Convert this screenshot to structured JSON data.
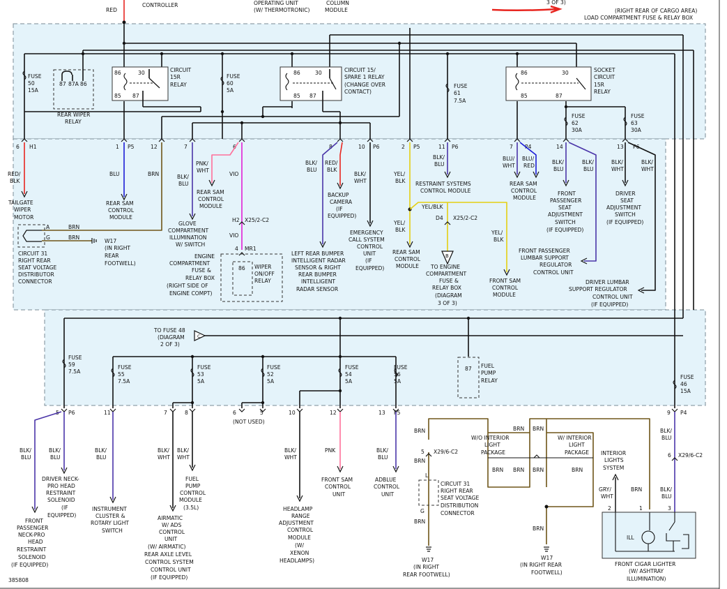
{
  "header": {
    "top_left_wire": "RED",
    "top_controller": "CONTROLLER",
    "top_operating_unit": "OPERATING UNIT",
    "top_operating_unit_sub": "(W/ THERMOTRONIC)",
    "top_column": "COLUMN",
    "top_module": "MODULE",
    "top_diagram_ref": "3 OF 3)",
    "location_1": "(RIGHT REAR OF CARGO AREA)",
    "location_2": "LOAD COMPARTMENT FUSE & RELAY BOX",
    "arrow_color": "#e8251f"
  },
  "relays": {
    "rear_wiper": {
      "label": "REAR WIPER",
      "label2": "RELAY",
      "pins": [
        "87",
        "87A",
        "86"
      ]
    },
    "circuit_15r": {
      "label": "CIRCUIT",
      "label2": "15R",
      "label3": "RELAY",
      "pins": [
        "86",
        "30",
        "85",
        "87"
      ]
    },
    "circuit_15_spare": {
      "label": "CIRCUIT 15/",
      "label2": "SPARE 1 RELAY",
      "label3": "(CHANGE OVER",
      "label4": "CONTACT)",
      "pins": [
        "86",
        "30",
        "85",
        "87"
      ]
    },
    "socket_circuit": {
      "label": "SOCKET",
      "label2": "CIRCUIT",
      "label3": "15R",
      "label4": "RELAY",
      "pins": [
        "86",
        "30",
        "85",
        "87"
      ]
    },
    "fuel_pump": {
      "label": "FUEL",
      "label2": "PUMP",
      "label3": "RELAY",
      "pin": "87"
    },
    "wiper_onoff": {
      "label": "WIPER",
      "label2": "ON/OFF",
      "label3": "RELAY",
      "pin": "86"
    }
  },
  "fuses_top": [
    {
      "word": "FUSE",
      "num": "50",
      "amp": "15A"
    },
    {
      "word": "FUSE",
      "num": "60",
      "amp": "5A"
    },
    {
      "word": "FUSE",
      "num": "61",
      "amp": "7.5A"
    },
    {
      "word": "FUSE",
      "num": "62",
      "amp": "30A"
    },
    {
      "word": "FUSE",
      "num": "63",
      "amp": "30A"
    }
  ],
  "fuses_bottom": [
    {
      "word": "FUSE",
      "num": "59",
      "amp": "7.5A"
    },
    {
      "word": "FUSE",
      "num": "55",
      "amp": "7.5A"
    },
    {
      "word": "FUSE",
      "num": "53",
      "amp": "5A"
    },
    {
      "word": "FUSE",
      "num": "52",
      "amp": "5A"
    },
    {
      "word": "FUSE",
      "num": "54",
      "amp": "5A"
    },
    {
      "word": "FUSE",
      "num": "56",
      "amp": "5A"
    },
    {
      "word": "FUSE",
      "num": "46",
      "amp": "15A"
    }
  ],
  "pins_top": [
    "6",
    "H1",
    "1",
    "P5",
    "12",
    "7",
    "6",
    "8",
    "10",
    "P6",
    "2",
    "P5",
    "11",
    "P6",
    "7",
    "P4",
    "14",
    "13",
    "P6"
  ],
  "pins_bottom": [
    "5",
    "P6",
    "11",
    "7",
    "8",
    "6",
    "5",
    "(NOT USED)",
    "10",
    "12",
    "13",
    "P5",
    "9",
    "P4"
  ],
  "wires": {
    "red_blk": [
      "RED/",
      "BLK"
    ],
    "blu": "BLU",
    "brn": "BRN",
    "blk_blu": [
      "BLK/",
      "BLU"
    ],
    "pnk_wht": [
      "PNK/",
      "WHT"
    ],
    "vio": "VIO",
    "red_blk2": [
      "RED/",
      "BLK"
    ],
    "blk_wht": [
      "BLK/",
      "WHT"
    ],
    "yel_blk": [
      "YEL/",
      "BLK"
    ],
    "yel_blk_inline": "YEL/BLK",
    "blu_wht": [
      "BLU/",
      "WHT"
    ],
    "blu_red": [
      "BLU/",
      "RED"
    ],
    "pnk": "PNK",
    "gry_wht": [
      "GRY/",
      "WHT"
    ]
  },
  "connectors": {
    "x25_h2": "X25/2-C2",
    "h2": "H2",
    "mr1": "MR1",
    "mr1_pin": "4",
    "x25_d4": "X25/2-C2",
    "d4": "D4",
    "x29_top": "X29/6-C2",
    "x29_right": "X29/6-C2",
    "pin_a": "A",
    "pin_g": "G",
    "pin_l": "L",
    "pin_5": "5",
    "pin_6": "6",
    "pin_2": "2",
    "pin_1": "1",
    "pin_3": "3"
  },
  "components": {
    "tailgate_wiper": [
      "TAILGATE",
      "WIPER",
      "MOTOR"
    ],
    "rear_sam_1": [
      "REAR SAM",
      "CONTROL",
      "MODULE"
    ],
    "glove": [
      "GLOVE",
      "COMPARTMENT",
      "ILLUMINATION",
      "W/ SWITCH"
    ],
    "rear_sam_2": [
      "REAR SAM",
      "CONTROL",
      "MODULE"
    ],
    "engine_fuse_1": [
      "ENGINE",
      "COMPARTMENT",
      "FUSE &",
      "RELAY BOX",
      "(RIGHT SIDE OF",
      "ENGINE COMPT)"
    ],
    "backup_camera": [
      "BACKUP",
      "CAMERA",
      "(IF",
      "EQUIPPED)"
    ],
    "left_rear_bumper": [
      "LEFT REAR BUMPER",
      "INTELLIGENT RADAR",
      "SENSOR & RIGHT",
      "REAR BUMPER",
      "INTELLIGENT",
      "RADAR SENSOR"
    ],
    "emergency_call": [
      "EMERGENCY",
      "CALL SYSTEM",
      "CONTROL",
      "UNIT",
      "(IF",
      "EQUIPPED)"
    ],
    "restraint": [
      "RESTRAINT SYSTEMS",
      "CONTROL MODULE"
    ],
    "rear_sam_3": [
      "REAR SAM",
      "CONTROL",
      "MODULE"
    ],
    "engine_fuse_2": [
      "TO ENGINE",
      "COMPARTMENT",
      "FUSE &",
      "RELAY BOX",
      "(DIAGRAM",
      "3 OF 3)"
    ],
    "front_sam_1": [
      "FRONT SAM",
      "CONTROL",
      "MODULE"
    ],
    "rear_sam_4": [
      "REAR SAM",
      "CONTROL",
      "MODULE"
    ],
    "front_pass_seat": [
      "FRONT",
      "PASSENGER",
      "SEAT",
      "ADJUSTMENT",
      "SWITCH",
      "(IF EQUIPPED)"
    ],
    "driver_seat": [
      "DRIVER",
      "SEAT",
      "ADJUSTMENT",
      "SWITCH",
      "(IF EQUIPPED)"
    ],
    "front_pass_lumbar": [
      "FRONT PASSENGER",
      "LUMBAR SUPPORT",
      "REGULATOR",
      "CONTROL UNIT"
    ],
    "driver_lumbar": [
      "DRIVER LUMBAR",
      "SUPPORT REGULATOR",
      "CONTROL UNIT",
      "(IF EQUIPPED)"
    ],
    "circuit31_top": [
      "CIRCUIT 31",
      "RIGHT REAR",
      "SEAT VOLTAGE",
      "DISTRIBUTOR",
      "CONNECTOR"
    ],
    "w17_top": [
      "W17",
      "(IN RIGHT",
      "REAR",
      "FOOTWELL)"
    ],
    "to_fuse48": [
      "TO FUSE 48",
      "(DIAGRAM",
      "2 OF 3)"
    ],
    "driver_neck": [
      "DRIVER NECK-",
      "PRO HEAD",
      "RESTRAINT",
      "SOLENOID",
      "(IF",
      "EQUIPPED)"
    ],
    "front_neck": [
      "FRONT",
      "PASSENGER",
      "NECK-PRO",
      "HEAD",
      "RESTRAINT",
      "SOLENOID",
      "(IF EQUIPPED)"
    ],
    "instrument": [
      "INSTRUMENT",
      "CLUSTER &",
      "ROTARY LIGHT",
      "SWITCH"
    ],
    "airmatic": [
      "AIRMATIC",
      "W/ ADS",
      "CONTROL",
      "UNIT",
      "(W/ AIRMATIC)",
      "REAR AXLE LEVEL",
      "CONTROL SYSTEM",
      "CONTROL UNIT",
      "(IF EQUIPPED)"
    ],
    "fuel_pump_ctrl": [
      "FUEL",
      "PUMP",
      "CONTROL",
      "MODULE",
      "(3.5L)"
    ],
    "headlamp": [
      "HEADLAMP",
      "RANGE",
      "ADJUSTMENT",
      "CONTROL",
      "MODULE",
      "(W/",
      "XENON",
      "HEADLAMPS)"
    ],
    "front_sam_2": [
      "FRONT SAM",
      "CONTROL",
      "UNIT"
    ],
    "adblue": [
      "ADBLUE",
      "CONTROL",
      "UNIT"
    ],
    "circuit31_bottom": [
      "CIRCUIT 31",
      "RIGHT REAR",
      "SEAT VOLTAGE",
      "DISTRIBUTION",
      "CONNECTOR"
    ],
    "w17_bottom_left": [
      "W17",
      "(IN RIGHT",
      "REAR FOOTWELL)"
    ],
    "w17_bottom_right": [
      "W17",
      "(IN RIGHT REAR",
      "FOOTWELL)"
    ],
    "wo_interior": [
      "W/O INTERIOR",
      "LIGHT",
      "PACKAGE"
    ],
    "w_interior": [
      "W/ INTERIOR",
      "LIGHT",
      "PACKAGE"
    ],
    "interior_lights": [
      "INTERIOR",
      "LIGHTS",
      "SYSTEM"
    ],
    "cigar": [
      "FRONT CIGAR LIGHTER",
      "(W/ ASHTRAY",
      "ILLUMINATION)"
    ],
    "ill": "ILL",
    "not_used": "(NOT USED)"
  },
  "footer": {
    "code": "385808"
  }
}
